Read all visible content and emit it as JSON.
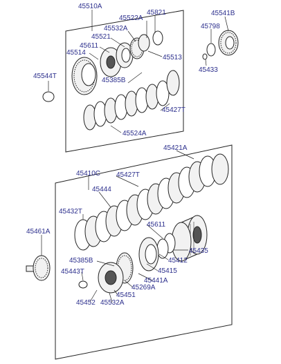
{
  "labels": {
    "l45510A": "45510A",
    "l45821": "45821",
    "l45522A": "45522A",
    "l45532A_top": "45532A",
    "l45521": "45521",
    "l45611_top": "45611",
    "l45514": "45514",
    "l45513": "45513",
    "l45541B": "45541B",
    "l45798": "45798",
    "l45433": "45433",
    "l45544T": "45544T",
    "l45385B_top": "45385B",
    "l45427T_top": "45427T",
    "l45524A": "45524A",
    "l45421A": "45421A",
    "l45410C": "45410C",
    "l45427T_bot": "45427T",
    "l45444": "45444",
    "l45432T": "45432T",
    "l45611_bot": "45611",
    "l45461A": "45461A",
    "l45435": "45435",
    "l45412": "45412",
    "l45385B_bot": "45385B",
    "l45415": "45415",
    "l45443T": "45443T",
    "l45441A": "45441A",
    "l45269A": "45269A",
    "l45451": "45451",
    "l45452": "45452",
    "l45532A_bot": "45532A"
  }
}
